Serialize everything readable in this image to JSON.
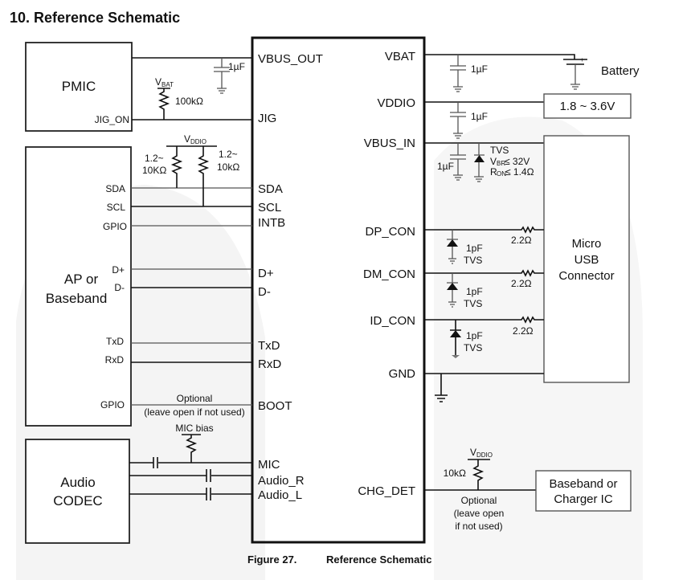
{
  "heading": "10. Reference Schematic",
  "caption": {
    "number": "Figure 27.",
    "title": "Reference Schematic"
  },
  "blocks": {
    "pmic": {
      "label": "PMIC",
      "pin": "JIG_ON"
    },
    "ap": {
      "label_line1": "AP or",
      "label_line2": "Baseband",
      "pins": {
        "sda": "SDA",
        "scl": "SCL",
        "gpio": "GPIO",
        "dplus": "D+",
        "dminus": "D-",
        "txd": "TxD",
        "rxd": "RxD",
        "gpio2": "GPIO"
      }
    },
    "codec": {
      "label_line1": "Audio",
      "label_line2": "CODEC"
    },
    "usb": {
      "line1": "Micro",
      "line2": "USB",
      "line3": "Connector"
    },
    "vddio_supply": {
      "label": "1.8 ~ 3.6V"
    },
    "battery": {
      "label": "Battery",
      "plus": "+"
    },
    "charger": {
      "line1": "Baseband or",
      "line2": "Charger IC"
    }
  },
  "chip": {
    "left_pins": [
      "VBUS_OUT",
      "JIG",
      "SDA",
      "SCL",
      "INTB",
      "D+",
      "D-",
      "TxD",
      "RxD",
      "BOOT",
      "MIC",
      "Audio_R",
      "Audio_L"
    ],
    "right_pins": [
      "VBAT",
      "VDDIO",
      "VBUS_IN",
      "DP_CON",
      "DM_CON",
      "ID_CON",
      "GND",
      "CHG_DET"
    ]
  },
  "components": {
    "c_vbus_out": "1µF",
    "r_jig": "100kΩ",
    "v_bat": "V",
    "v_bat_sub": "BAT",
    "v_ddio": "V",
    "v_ddio_sub": "DDIO",
    "r_i2c_left_1": "1.2~",
    "r_i2c_left_2": "10KΩ",
    "r_i2c_right_1": "1.2~",
    "r_i2c_right_2": "10kΩ",
    "c_vbat": "1µF",
    "c_vddio": "1µF",
    "c_vbus_in": "1µF",
    "tvs_vbus": "TVS",
    "tvs_vbr": "V",
    "tvs_vbr_sub": "BR",
    "tvs_vbr_val": " ≤ 32V",
    "tvs_ron": "R",
    "tvs_ron_sub": "ON",
    "tvs_ron_val": " ≤ 1.4Ω",
    "tvs_dp_1": "1pF",
    "tvs_dp_2": "TVS",
    "tvs_dm_1": "1pF",
    "tvs_dm_2": "TVS",
    "tvs_id_1": "1pF",
    "tvs_id_2": "TVS",
    "r_dp": "2.2Ω",
    "r_dm": "2.2Ω",
    "r_id": "2.2Ω",
    "boot_note_1": "Optional",
    "boot_note_2": "(leave open if not used)",
    "mic_bias": "MIC bias",
    "r_chg": "10kΩ",
    "chg_note_1": "Optional",
    "chg_note_2": "(leave open",
    "chg_note_3": "if not used)"
  }
}
